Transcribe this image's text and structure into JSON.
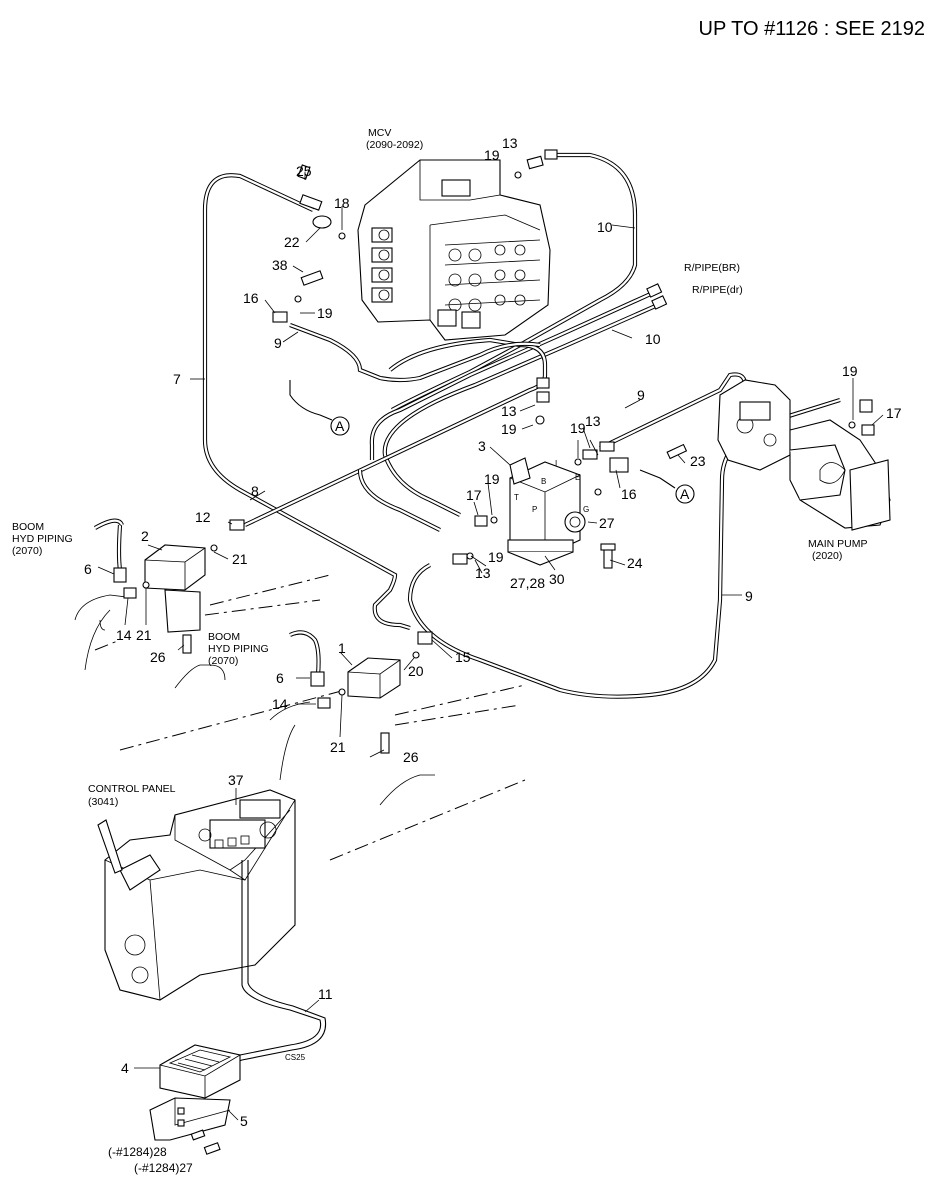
{
  "header": {
    "title": "UP TO #1126 : SEE 2192"
  },
  "components": {
    "mcv": {
      "name": "MCV",
      "ref": "(2090-2092)"
    },
    "rpipe_br": "R/PIPE(BR)",
    "rpipe_dr": "R/PIPE(dr)",
    "boom_hyd_1": {
      "line1": "BOOM",
      "line2": "HYD PIPING",
      "ref": "(2070)"
    },
    "boom_hyd_2": {
      "line1": "BOOM",
      "line2": "HYD PIPING",
      "ref": "(2070)"
    },
    "main_pump": {
      "name": "MAIN PUMP",
      "ref": "(2020)"
    },
    "control_panel": {
      "name": "CONTROL PANEL",
      "ref": "(3041)"
    },
    "connector": "CS25",
    "marker_a": "A",
    "port_b": "B",
    "port_t": "T",
    "port_p": "P",
    "port_e": "E",
    "port_g": "G",
    "port_i": "I"
  },
  "callouts": {
    "c1": "1",
    "c2": "2",
    "c3": "3",
    "c4": "4",
    "c5": "5",
    "c6a": "6",
    "c6b": "6",
    "c7": "7",
    "c8": "8",
    "c9a": "9",
    "c9b": "9",
    "c9c": "9",
    "c10a": "10",
    "c10b": "10",
    "c11": "11",
    "c12": "12",
    "c13a": "13",
    "c13b": "13",
    "c13c": "13",
    "c13d": "13",
    "c14a": "14",
    "c14b": "14",
    "c15": "15",
    "c16a": "16",
    "c16b": "16",
    "c17a": "17",
    "c17b": "17",
    "c18": "18",
    "c19a": "19",
    "c19b": "19",
    "c19c": "19",
    "c19d": "19",
    "c19e": "19",
    "c19f": "19",
    "c19g": "19",
    "c20": "20",
    "c21a": "21",
    "c21b": "21",
    "c21c": "21",
    "c22": "22",
    "c23": "23",
    "c24": "24",
    "c25": "25",
    "c26a": "26",
    "c26b": "26",
    "c27a": "27",
    "c2728": "27,28",
    "c30": "30",
    "c37": "37",
    "c38": "38",
    "c28p": "(-#1284)28",
    "c27p": "(-#1284)27"
  }
}
